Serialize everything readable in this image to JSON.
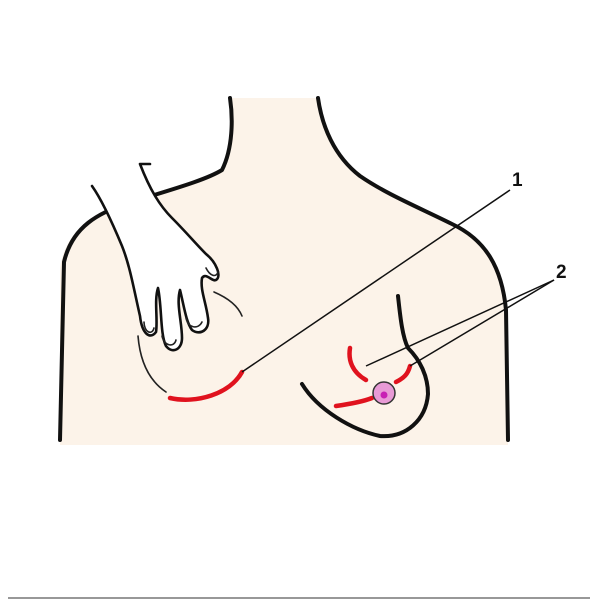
{
  "labels": {
    "callout_1": "1",
    "callout_2": "2"
  },
  "colors": {
    "skin": "#fcf3e9",
    "outline": "#111111",
    "incision": "#e0121e",
    "areola": "#e89ad6",
    "nipple": "#c81fb4",
    "bottom_rule": "#5a5a5a"
  },
  "icons": {
    "torso": "torso-outline",
    "hand": "hand-drawing",
    "incision": "red-incision-line",
    "nipple": "nipple-areola"
  }
}
